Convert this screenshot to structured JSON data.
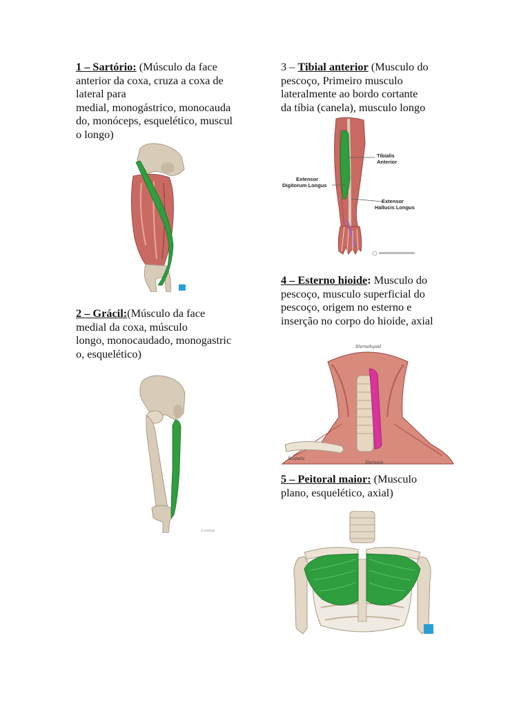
{
  "left": {
    "m1": {
      "number": "1 – ",
      "name": "Sartório:",
      "line1_rest": " (Músculo da face",
      "line2": "anterior da coxa, cruza a coxa de",
      "line3": "lateral para",
      "line4": "medial, monogástrico, monocauda",
      "line5": "do, monóceps, esquelético, muscul",
      "line6": "o longo)"
    },
    "m2": {
      "number": "2 – ",
      "name": "Grácil:",
      "line1_rest": "(Músculo da face",
      "line2": "medial da coxa, músculo",
      "line3": "longo, monocaudado, monogastric",
      "line4": "o, esquelético)"
    }
  },
  "right": {
    "m3": {
      "number": "3 – ",
      "name": "Tibial anterior",
      "line1_rest": " (Musculo do",
      "line2": "pescoço, Primeiro musculo",
      "line3": "lateralmente ao bordo cortante",
      "line4": "da tíbia (canela), musculo longo",
      "fig_labels": {
        "tibialis": "Tibialis",
        "anterior": "Anterior",
        "ext_dig_1": "Extensor",
        "ext_dig_2": "Digitorum Longus",
        "ext_hal_1": "Extensor",
        "ext_hal_2": "Hallucis Longus"
      }
    },
    "m4": {
      "number_name": "4 – Esterno hioide",
      "colon": ":",
      "line1_rest": " Musculo do",
      "line2": "pescoço, musculo superficial do",
      "line3": "pescoço, origem no esterno e",
      "line4": "inserção no corpo do hioide, axial",
      "fig_labels": {
        "top": "Sternohyoid",
        "clav": "Scapula",
        "stern": "Sternum"
      }
    },
    "m5": {
      "number_name": "5 – Peitoral maior:",
      "line1_rest": " (Musculo",
      "line2": "plano, esquelético, axial)"
    }
  },
  "colors": {
    "highlight_green": "#2e9e3e",
    "muscle_red": "#c96a62",
    "bone": "#d8ccb8",
    "sternohyoid_pink": "#d9349a",
    "kenhub_blue": "#2a9fd6"
  }
}
